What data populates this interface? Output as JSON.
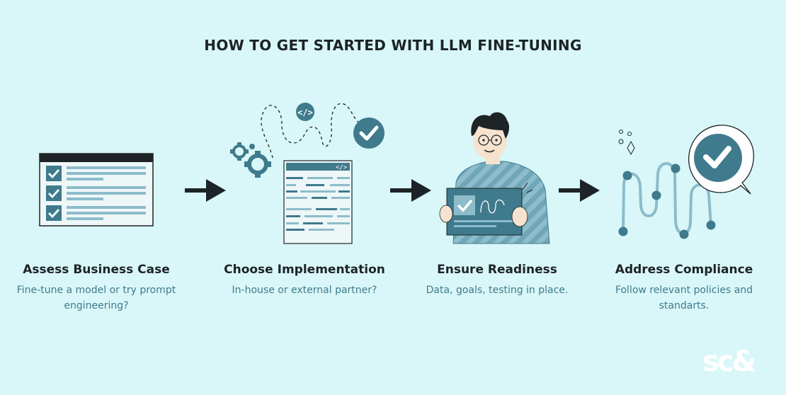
{
  "title": "HOW TO GET STARTED WITH LLM FINE-TUNING",
  "steps": [
    {
      "title": "Assess Business Case",
      "description": "Fine-tune a model or try prompt engineering?"
    },
    {
      "title": "Choose Implementation",
      "description": "In-house or external partner?"
    },
    {
      "title": "Ensure Readiness",
      "description": "Data, goals, testing in place."
    },
    {
      "title": "Address Compliance",
      "description": "Follow relevant policies and standarts."
    }
  ],
  "code_tag": "</>",
  "logo": "sc&",
  "colors": {
    "background": "#d9f7f8",
    "dark_blue": "#3f7a8d",
    "light_blue": "#8dbccb",
    "text": "#1d2326",
    "arrow": "#1d2326"
  }
}
